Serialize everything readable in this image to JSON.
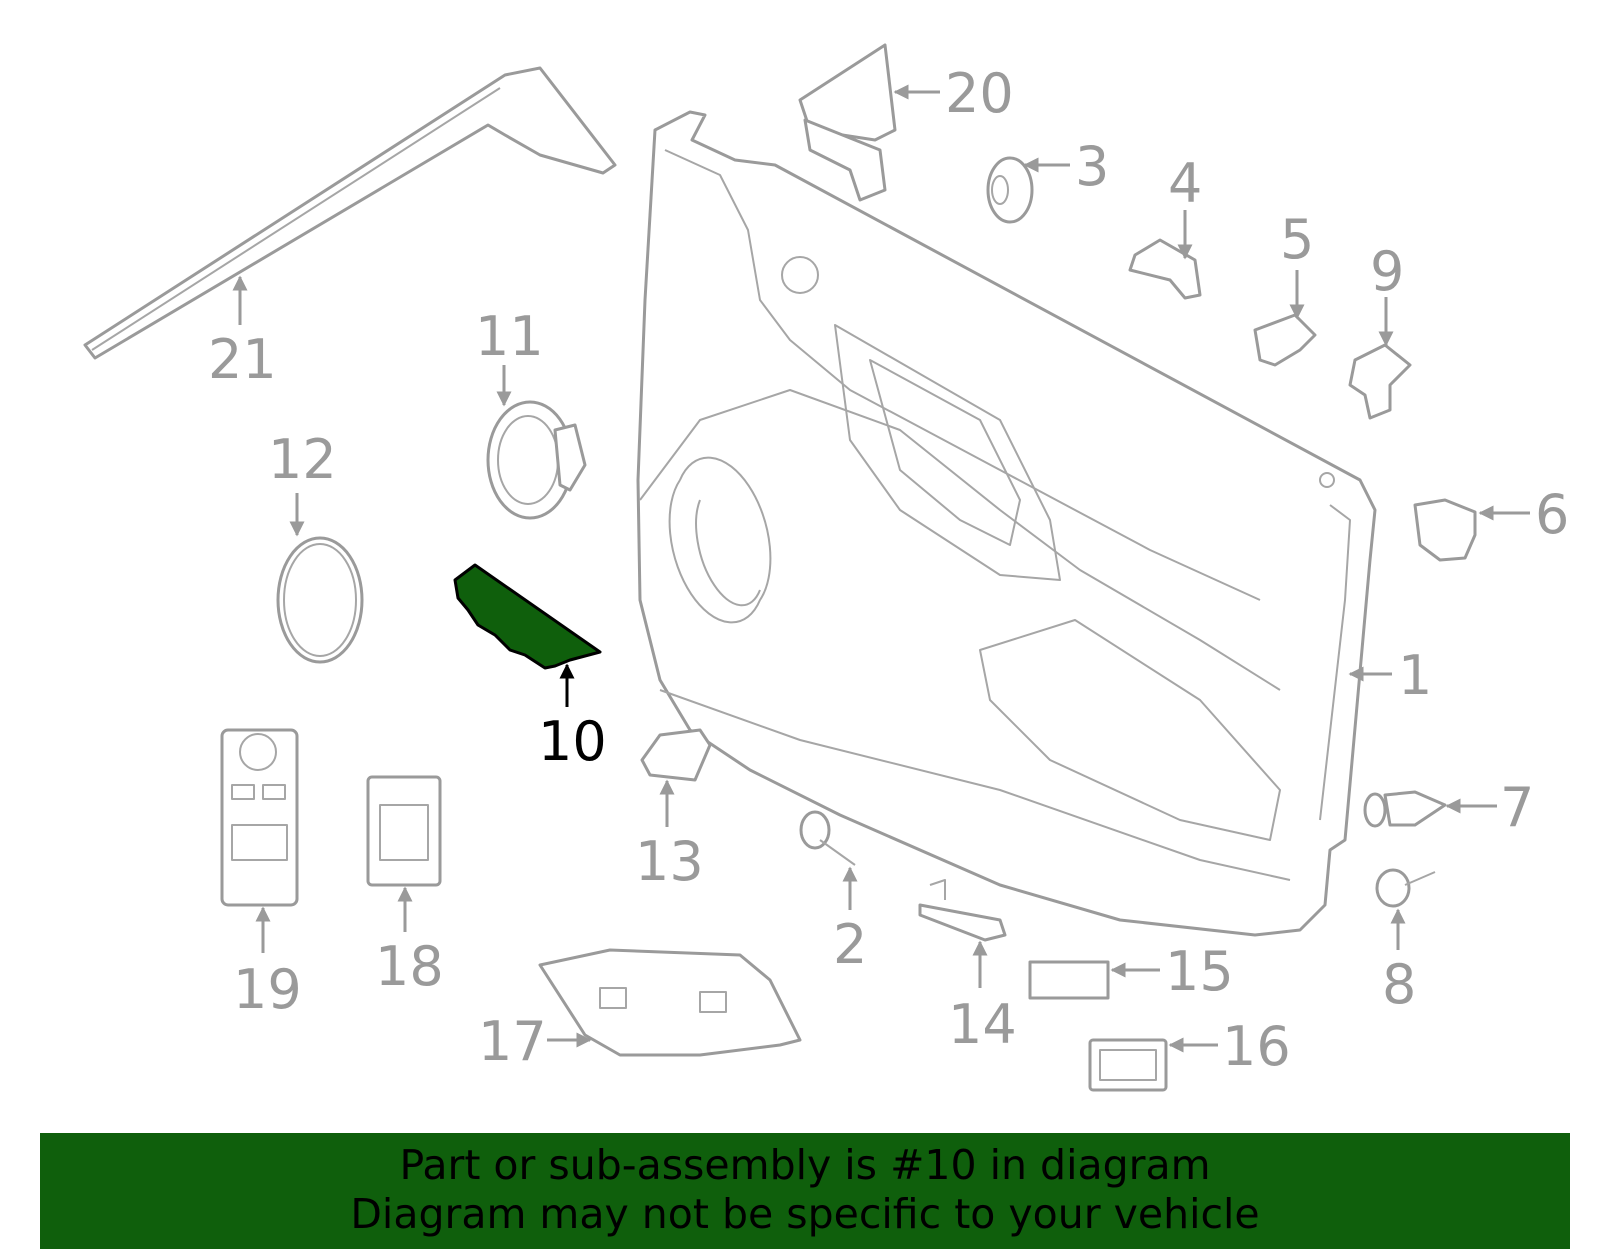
{
  "highlight_color": "#0f5f0c",
  "part_color": "#9a9a9a",
  "callouts": {
    "c1": "1",
    "c2": "2",
    "c3": "3",
    "c4": "4",
    "c5": "5",
    "c6": "6",
    "c7": "7",
    "c8": "8",
    "c9": "9",
    "c10": "10",
    "c11": "11",
    "c12": "12",
    "c13": "13",
    "c14": "14",
    "c15": "15",
    "c16": "16",
    "c17": "17",
    "c18": "18",
    "c19": "19",
    "c20": "20",
    "c21": "21"
  },
  "highlighted_part": "10",
  "banner": {
    "line1": "Part or sub-assembly is #10 in diagram",
    "line2": "Diagram may not be specific to your vehicle"
  }
}
